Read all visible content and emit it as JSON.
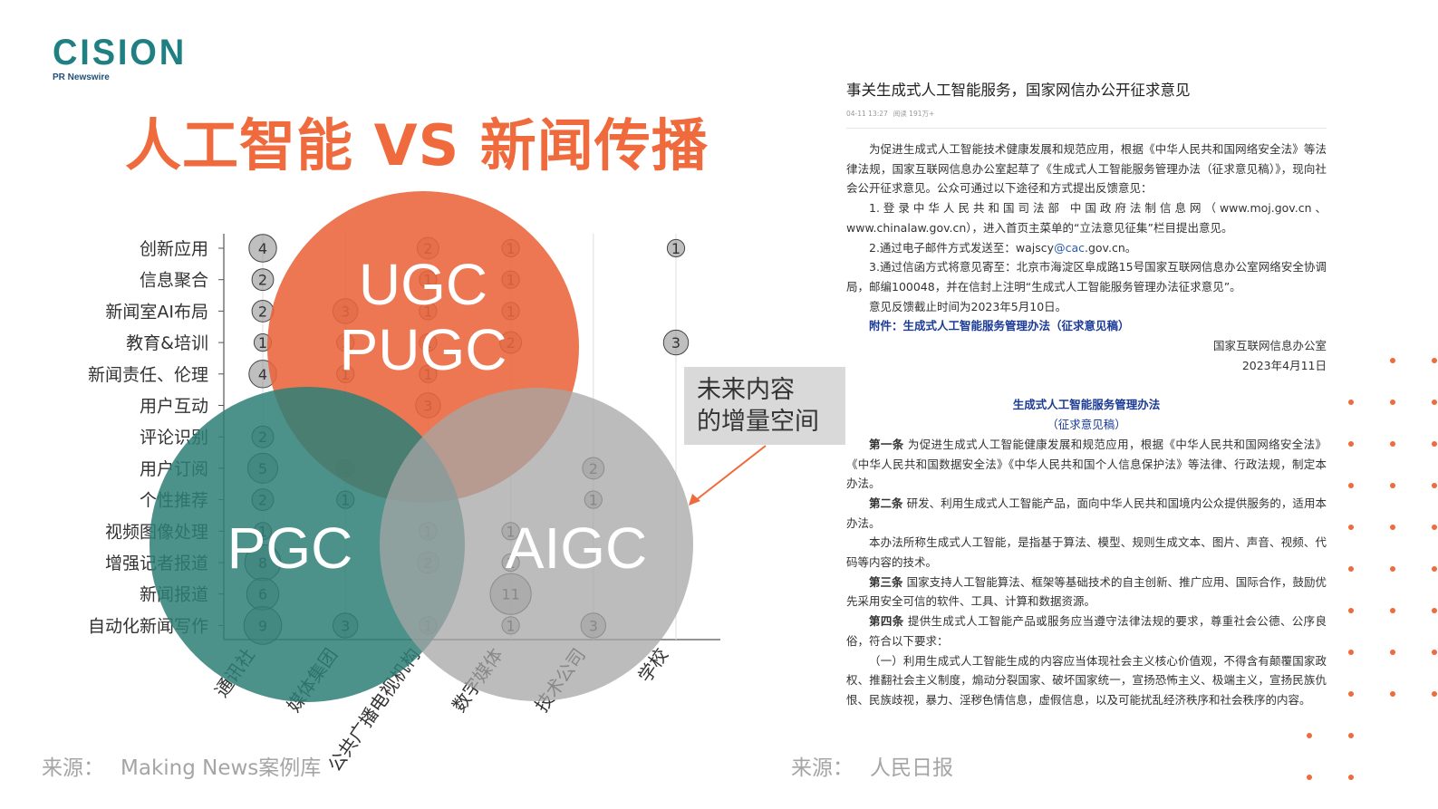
{
  "brand": {
    "name": "CISION",
    "tagline": "PR Newswire"
  },
  "title": "人工智能 VS 新闻传播",
  "chart_data": {
    "type": "scatter",
    "categories_y": [
      "创新应用",
      "信息聚合",
      "新闻室AI布局",
      "教育&培训",
      "新闻责任、伦理",
      "用户互动",
      "评论识别",
      "用户订阅",
      "个性推荐",
      "视频图像处理",
      "增强记者报道",
      "新闻报道",
      "自动化新闻写作"
    ],
    "categories_x": [
      "通讯社",
      "媒体集团",
      "公共广播电视机构",
      "数字媒体",
      "技术公司",
      "学校"
    ],
    "points": [
      {
        "y": "创新应用",
        "x": "通讯社",
        "value": 4
      },
      {
        "y": "创新应用",
        "x": "公共广播电视机构",
        "value": 2
      },
      {
        "y": "创新应用",
        "x": "数字媒体",
        "value": 1
      },
      {
        "y": "创新应用",
        "x": "学校",
        "value": 1
      },
      {
        "y": "信息聚合",
        "x": "通讯社",
        "value": 2
      },
      {
        "y": "信息聚合",
        "x": "公共广播电视机构",
        "value": 1
      },
      {
        "y": "信息聚合",
        "x": "数字媒体",
        "value": 1
      },
      {
        "y": "新闻室AI布局",
        "x": "通讯社",
        "value": 2
      },
      {
        "y": "新闻室AI布局",
        "x": "媒体集团",
        "value": 3
      },
      {
        "y": "新闻室AI布局",
        "x": "公共广播电视机构",
        "value": 1
      },
      {
        "y": "新闻室AI布局",
        "x": "数字媒体",
        "value": 1
      },
      {
        "y": "教育&培训",
        "x": "通讯社",
        "value": 1
      },
      {
        "y": "教育&培训",
        "x": "媒体集团",
        "value": 1
      },
      {
        "y": "教育&培训",
        "x": "公共广播电视机构",
        "value": 1
      },
      {
        "y": "教育&培训",
        "x": "数字媒体",
        "value": 2
      },
      {
        "y": "教育&培训",
        "x": "学校",
        "value": 3
      },
      {
        "y": "新闻责任、伦理",
        "x": "通讯社",
        "value": 4
      },
      {
        "y": "新闻责任、伦理",
        "x": "媒体集团",
        "value": 1
      },
      {
        "y": "新闻责任、伦理",
        "x": "公共广播电视机构",
        "value": 1
      },
      {
        "y": "用户互动",
        "x": "公共广播电视机构",
        "value": 3
      },
      {
        "y": "评论识别",
        "x": "通讯社",
        "value": 2
      },
      {
        "y": "用户订阅",
        "x": "通讯社",
        "value": 5
      },
      {
        "y": "用户订阅",
        "x": "媒体集团",
        "value": 1
      },
      {
        "y": "用户订阅",
        "x": "技术公司",
        "value": 2
      },
      {
        "y": "个性推荐",
        "x": "通讯社",
        "value": 2
      },
      {
        "y": "个性推荐",
        "x": "媒体集团",
        "value": 1
      },
      {
        "y": "个性推荐",
        "x": "技术公司",
        "value": 1
      },
      {
        "y": "视频图像处理",
        "x": "通讯社",
        "value": 1
      },
      {
        "y": "视频图像处理",
        "x": "公共广播电视机构",
        "value": 1
      },
      {
        "y": "视频图像处理",
        "x": "数字媒体",
        "value": 1
      },
      {
        "y": "增强记者报道",
        "x": "通讯社",
        "value": 8
      },
      {
        "y": "增强记者报道",
        "x": "公共广播电视机构",
        "value": 2
      },
      {
        "y": "增强记者报道",
        "x": "数字媒体",
        "value": 1
      },
      {
        "y": "新闻报道",
        "x": "通讯社",
        "value": 6
      },
      {
        "y": "新闻报道",
        "x": "数字媒体",
        "value": 11
      },
      {
        "y": "自动化新闻写作",
        "x": "通讯社",
        "value": 9
      },
      {
        "y": "自动化新闻写作",
        "x": "媒体集团",
        "value": 3
      },
      {
        "y": "自动化新闻写作",
        "x": "公共广播电视机构",
        "value": 1
      },
      {
        "y": "自动化新闻写作",
        "x": "数字媒体",
        "value": 1
      },
      {
        "y": "自动化新闻写作",
        "x": "技术公司",
        "value": 3
      }
    ]
  },
  "venn": {
    "ugc": {
      "line1": "UGC",
      "line2": "PUGC",
      "color": "#e9643a"
    },
    "pgc": {
      "label": "PGC",
      "color": "#2d7f76"
    },
    "aigc": {
      "label": "AIGC",
      "color": "#a6a6a6"
    }
  },
  "callout": {
    "line1": "未来内容",
    "line2": "的增量空间"
  },
  "sources": {
    "left": {
      "prefix": "来源：",
      "name": "Making News案例库"
    },
    "right": {
      "prefix": "来源：",
      "name": "人民日报"
    }
  },
  "document": {
    "title": "事关生成式人工智能服务，国家网信办公开征求意见",
    "meta_time": "04-11 13:27",
    "meta_reads": "阅读 191万+",
    "p1": "为促进生成式人工智能技术健康发展和规范应用，根据《中华人民共和国网络安全法》等法律法规，国家互联网信息办公室起草了《生成式人工智能服务管理办法（征求意见稿）》，现向社会公开征求意见。公众可通过以下途径和方式提出反馈意见：",
    "p2": "1.登录中华人民共和国司法部 中国政府法制信息网（www.moj.gov.cn、www.chinalaw.gov.cn），进入首页主菜单的“立法意见征集”栏目提出意见。",
    "p3_prefix": "2.通过电子邮件方式发送至：wajscy",
    "p3_link": "@cac",
    "p3_suffix": ".gov.cn。",
    "p4": "3.通过信函方式将意见寄至：北京市海淀区阜成路15号国家互联网信息办公室网络安全协调局，邮编100048，并在信封上注明“生成式人工智能服务管理办法征求意见”。",
    "p5": "意见反馈截止时间为2023年5月10日。",
    "annex": "附件：生成式人工智能服务管理办法（征求意见稿）",
    "sign_org": "国家互联网信息办公室",
    "sign_date": "2023年4月11日",
    "law_title": "生成式人工智能服务管理办法",
    "law_subtitle": "（征求意见稿）",
    "a1_head": "第一条",
    "a1_body": " 为促进生成式人工智能健康发展和规范应用，根据《中华人民共和国网络安全法》《中华人民共和国数据安全法》《中华人民共和国个人信息保护法》等法律、行政法规，制定本办法。",
    "a2_head": "第二条",
    "a2_body": " 研发、利用生成式人工智能产品，面向中华人民共和国境内公众提供服务的，适用本办法。",
    "a2_p2": "本办法所称生成式人工智能，是指基于算法、模型、规则生成文本、图片、声音、视频、代码等内容的技术。",
    "a3_head": "第三条",
    "a3_body": " 国家支持人工智能算法、框架等基础技术的自主创新、推广应用、国际合作，鼓励优先采用安全可信的软件、工具、计算和数据资源。",
    "a4_head": "第四条",
    "a4_body": " 提供生成式人工智能产品或服务应当遵守法律法规的要求，尊重社会公德、公序良俗，符合以下要求：",
    "a4_i1": "（一）利用生成式人工智能生成的内容应当体现社会主义核心价值观，不得含有颠覆国家政权、推翻社会主义制度，煽动分裂国家、破坏国家统一，宣扬恐怖主义、极端主义，宣扬民族仇恨、民族歧视，暴力、淫秽色情信息，虚假信息，以及可能扰乱经济秩序和社会秩序的内容。"
  },
  "decor_color": "#ef6a3c"
}
